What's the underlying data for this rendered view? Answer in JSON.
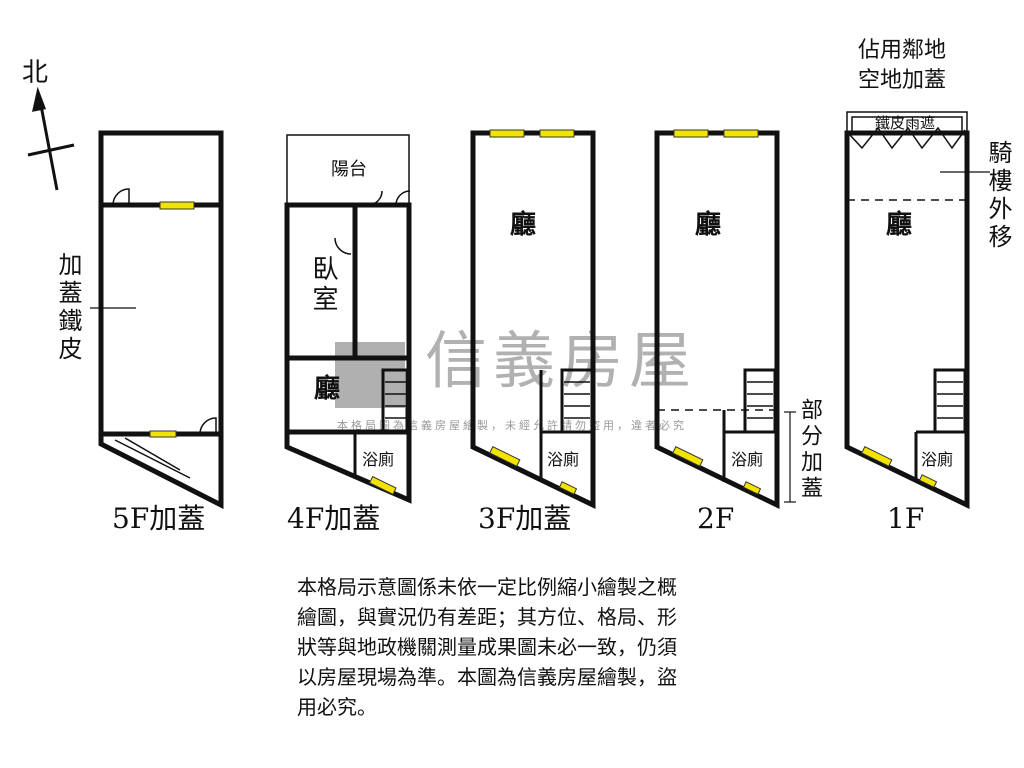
{
  "north_label": "北",
  "watermark": {
    "brand": "信義房屋",
    "notice": "本格局圖為信義房屋繪製，未經允許請勿盜用，違者必究"
  },
  "floors": [
    {
      "label": "5F加蓋",
      "side_label": "加蓋鐵皮"
    },
    {
      "label": "4F加蓋",
      "rooms": [
        "陽台",
        "臥室",
        "廳",
        "浴廁"
      ]
    },
    {
      "label": "3F加蓋",
      "rooms": [
        "廳",
        "浴廁"
      ]
    },
    {
      "label": "2F",
      "rooms": [
        "廳",
        "浴廁"
      ],
      "side_label": "部分加蓋"
    },
    {
      "label": "1F",
      "rooms": [
        "廳",
        "浴廁",
        "鐵皮雨遮"
      ],
      "top_label": [
        "佔用鄰地",
        "空地加蓋"
      ],
      "side_label": "騎樓外移"
    }
  ],
  "note_lines": [
    "本格局示意圖係未依一定比例縮小繪製之概",
    "繪圖，與實況仍有差距；其方位、格局、形",
    "狀等與地政機關測量成果圖未必一致，仍須",
    "以房屋現場為準。本圖為信義房屋繪製，盜",
    "用必究。"
  ]
}
